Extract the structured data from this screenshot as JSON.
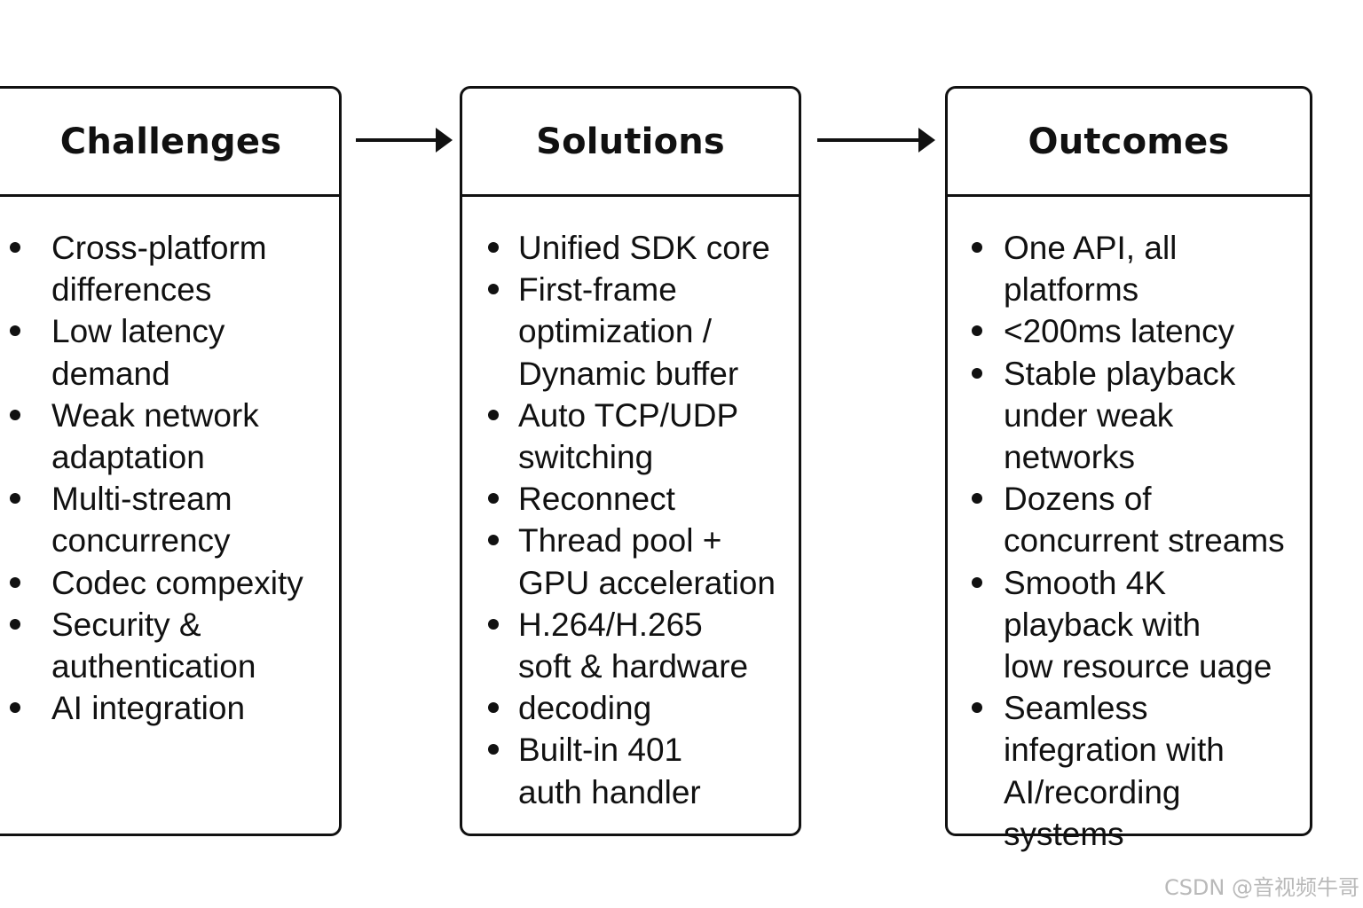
{
  "panels": {
    "challenges": {
      "title": "Challenges",
      "items": [
        "Cross-platform\ndifferences",
        "Low latency\ndemand",
        "Weak network\nadaptation",
        "Multi-stream\nconcurrency",
        "Codec compexity",
        "Security &\nauthentication",
        "AI integration"
      ]
    },
    "solutions": {
      "title": "Solutions",
      "items": [
        "Unified SDK core",
        "First-frame\noptimization /\nDynamic buffer",
        "Auto TCP/UDP\nswitching",
        "Reconnect",
        "Thread pool +\nGPU acceleration",
        "H.264/H.265\nsoft & hardware",
        "decoding",
        "Built-in 401\nauth handler"
      ]
    },
    "outcomes": {
      "title": "Outcomes",
      "items": [
        "One API, all\nplatforms",
        "<200ms latency",
        "Stable playback\nunder weak\nnetworks",
        "Dozens of\nconcurrent streams",
        "Smooth 4K\nplayback with\nlow resource uage",
        "Seamless\ninfegration with\nAI/recording systems"
      ]
    }
  },
  "watermark": "CSDN @音视频牛哥"
}
